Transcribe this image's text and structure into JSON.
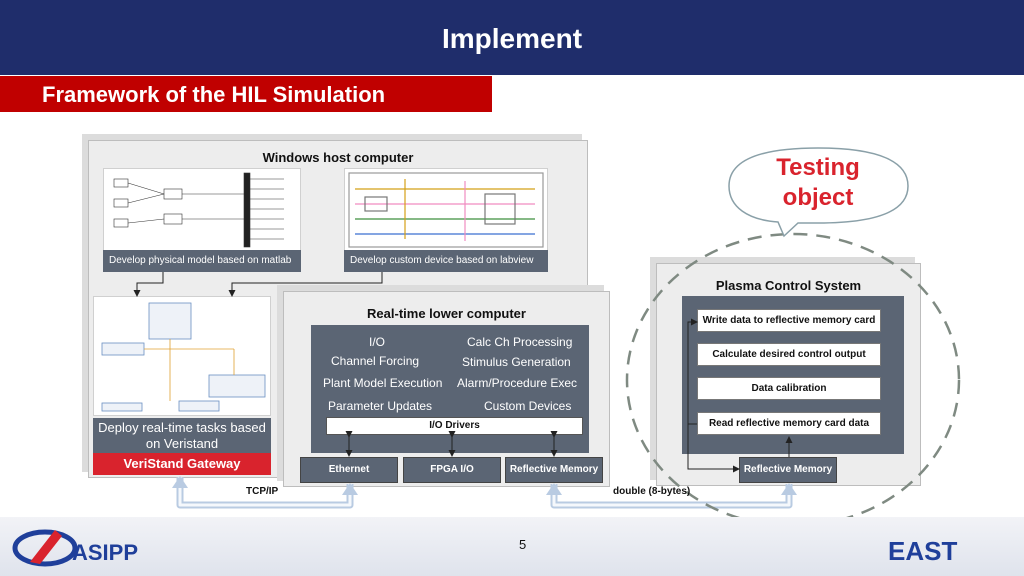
{
  "header": {
    "title": "Implement"
  },
  "subtitle": "Framework of the HIL Simulation",
  "windows_host": {
    "title": "Windows host computer",
    "thumb_left_caption": "Develop physical model based on matlab",
    "thumb_right_caption": "Develop custom device based on labview"
  },
  "veristand": {
    "deploy_label": "Deploy real-time tasks based on Veristand",
    "gateway_label": "VeriStand Gateway"
  },
  "realtime": {
    "title": "Real-time lower computer",
    "items": [
      "I/O",
      "Calc Ch Processing",
      "Channel Forcing",
      "Stimulus Generation",
      "Plant Model  Execution",
      "Alarm/Procedure Exec",
      "Parameter Updates",
      "Custom Devices"
    ],
    "io_drivers": "I/O Drivers",
    "modules": [
      "Ethernet",
      "FPGA I/O",
      "Reflective Memory"
    ]
  },
  "links": {
    "tcpip": "TCP/IP",
    "double": "double  (8-bytes)"
  },
  "testing_object": {
    "line1": "Testing",
    "line2": "object"
  },
  "pcs": {
    "title": "Plasma Control System",
    "steps": [
      "Write data to reflective memory card",
      "Calculate desired control output",
      "Data calibration",
      "Read reflective memory card data"
    ],
    "reflective_memory": "Reflective Memory"
  },
  "footer": {
    "left_logo": "ASIPP",
    "page_number": "5",
    "right_logo": "EAST"
  },
  "colors": {
    "header": "#1f2d6b",
    "accent_red": "#c00000",
    "dark_box": "#5b6574",
    "logo_blue": "#1f3f9a"
  }
}
